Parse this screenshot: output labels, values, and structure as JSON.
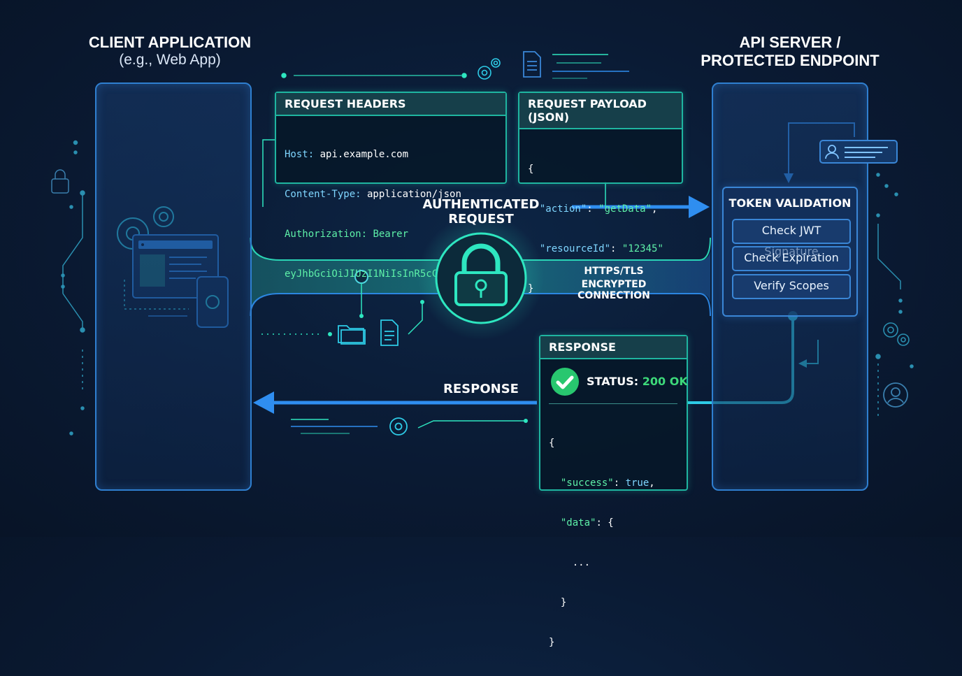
{
  "client": {
    "title": "CLIENT APPLICATION",
    "subtitle": "(e.g., Web App)"
  },
  "server": {
    "title_line1": "API SERVER /",
    "title_line2": "PROTECTED ENDPOINT"
  },
  "request_headers": {
    "heading": "REQUEST HEADERS",
    "host_key": "Host:",
    "host_val": " api.example.com",
    "content_type_key": "Content-Type:",
    "content_type_val": " application/json",
    "authorization_key": "Authorization:",
    "authorization_val": " Bearer",
    "token": "eyJhbGciOiJIUzI1NiIsInR5cCI6IkpXVCJ9..."
  },
  "request_payload": {
    "heading": "REQUEST PAYLOAD (JSON)",
    "open_brace": "{",
    "action_key": "\"action\"",
    "action_val": "\"getData\"",
    "resource_key": "\"resourceId\"",
    "resource_val": "\"12345\"",
    "close_brace": "}"
  },
  "flow": {
    "authenticated_request": "AUTHENTICATED REQUEST",
    "tls_line1": "HTTPS/TLS",
    "tls_line2": "ENCRYPTED CONNECTION",
    "response_label": "RESPONSE"
  },
  "token_validation": {
    "heading": "TOKEN VALIDATION",
    "checks": [
      "Check JWT Signature",
      "Check Expiration",
      "Verify Scopes"
    ]
  },
  "response": {
    "heading": "RESPONSE",
    "status_label": "STATUS:",
    "status_value": "200 OK",
    "open_brace": "{",
    "success_key": "\"success\"",
    "success_val": "true",
    "data_key": "\"data\"",
    "data_open": "{",
    "ellipsis": "...",
    "data_close": "}",
    "close_brace": "}"
  },
  "icons": {
    "lock": "padlock-icon",
    "check": "checkmark-icon",
    "user": "user-icon",
    "gear": "gear-icon",
    "document": "document-icon",
    "folder": "folder-icon"
  },
  "colors": {
    "background": "#0a1a33",
    "teal": "#2ee6c0",
    "blue": "#2f8ef0",
    "green": "#3dd97a"
  }
}
